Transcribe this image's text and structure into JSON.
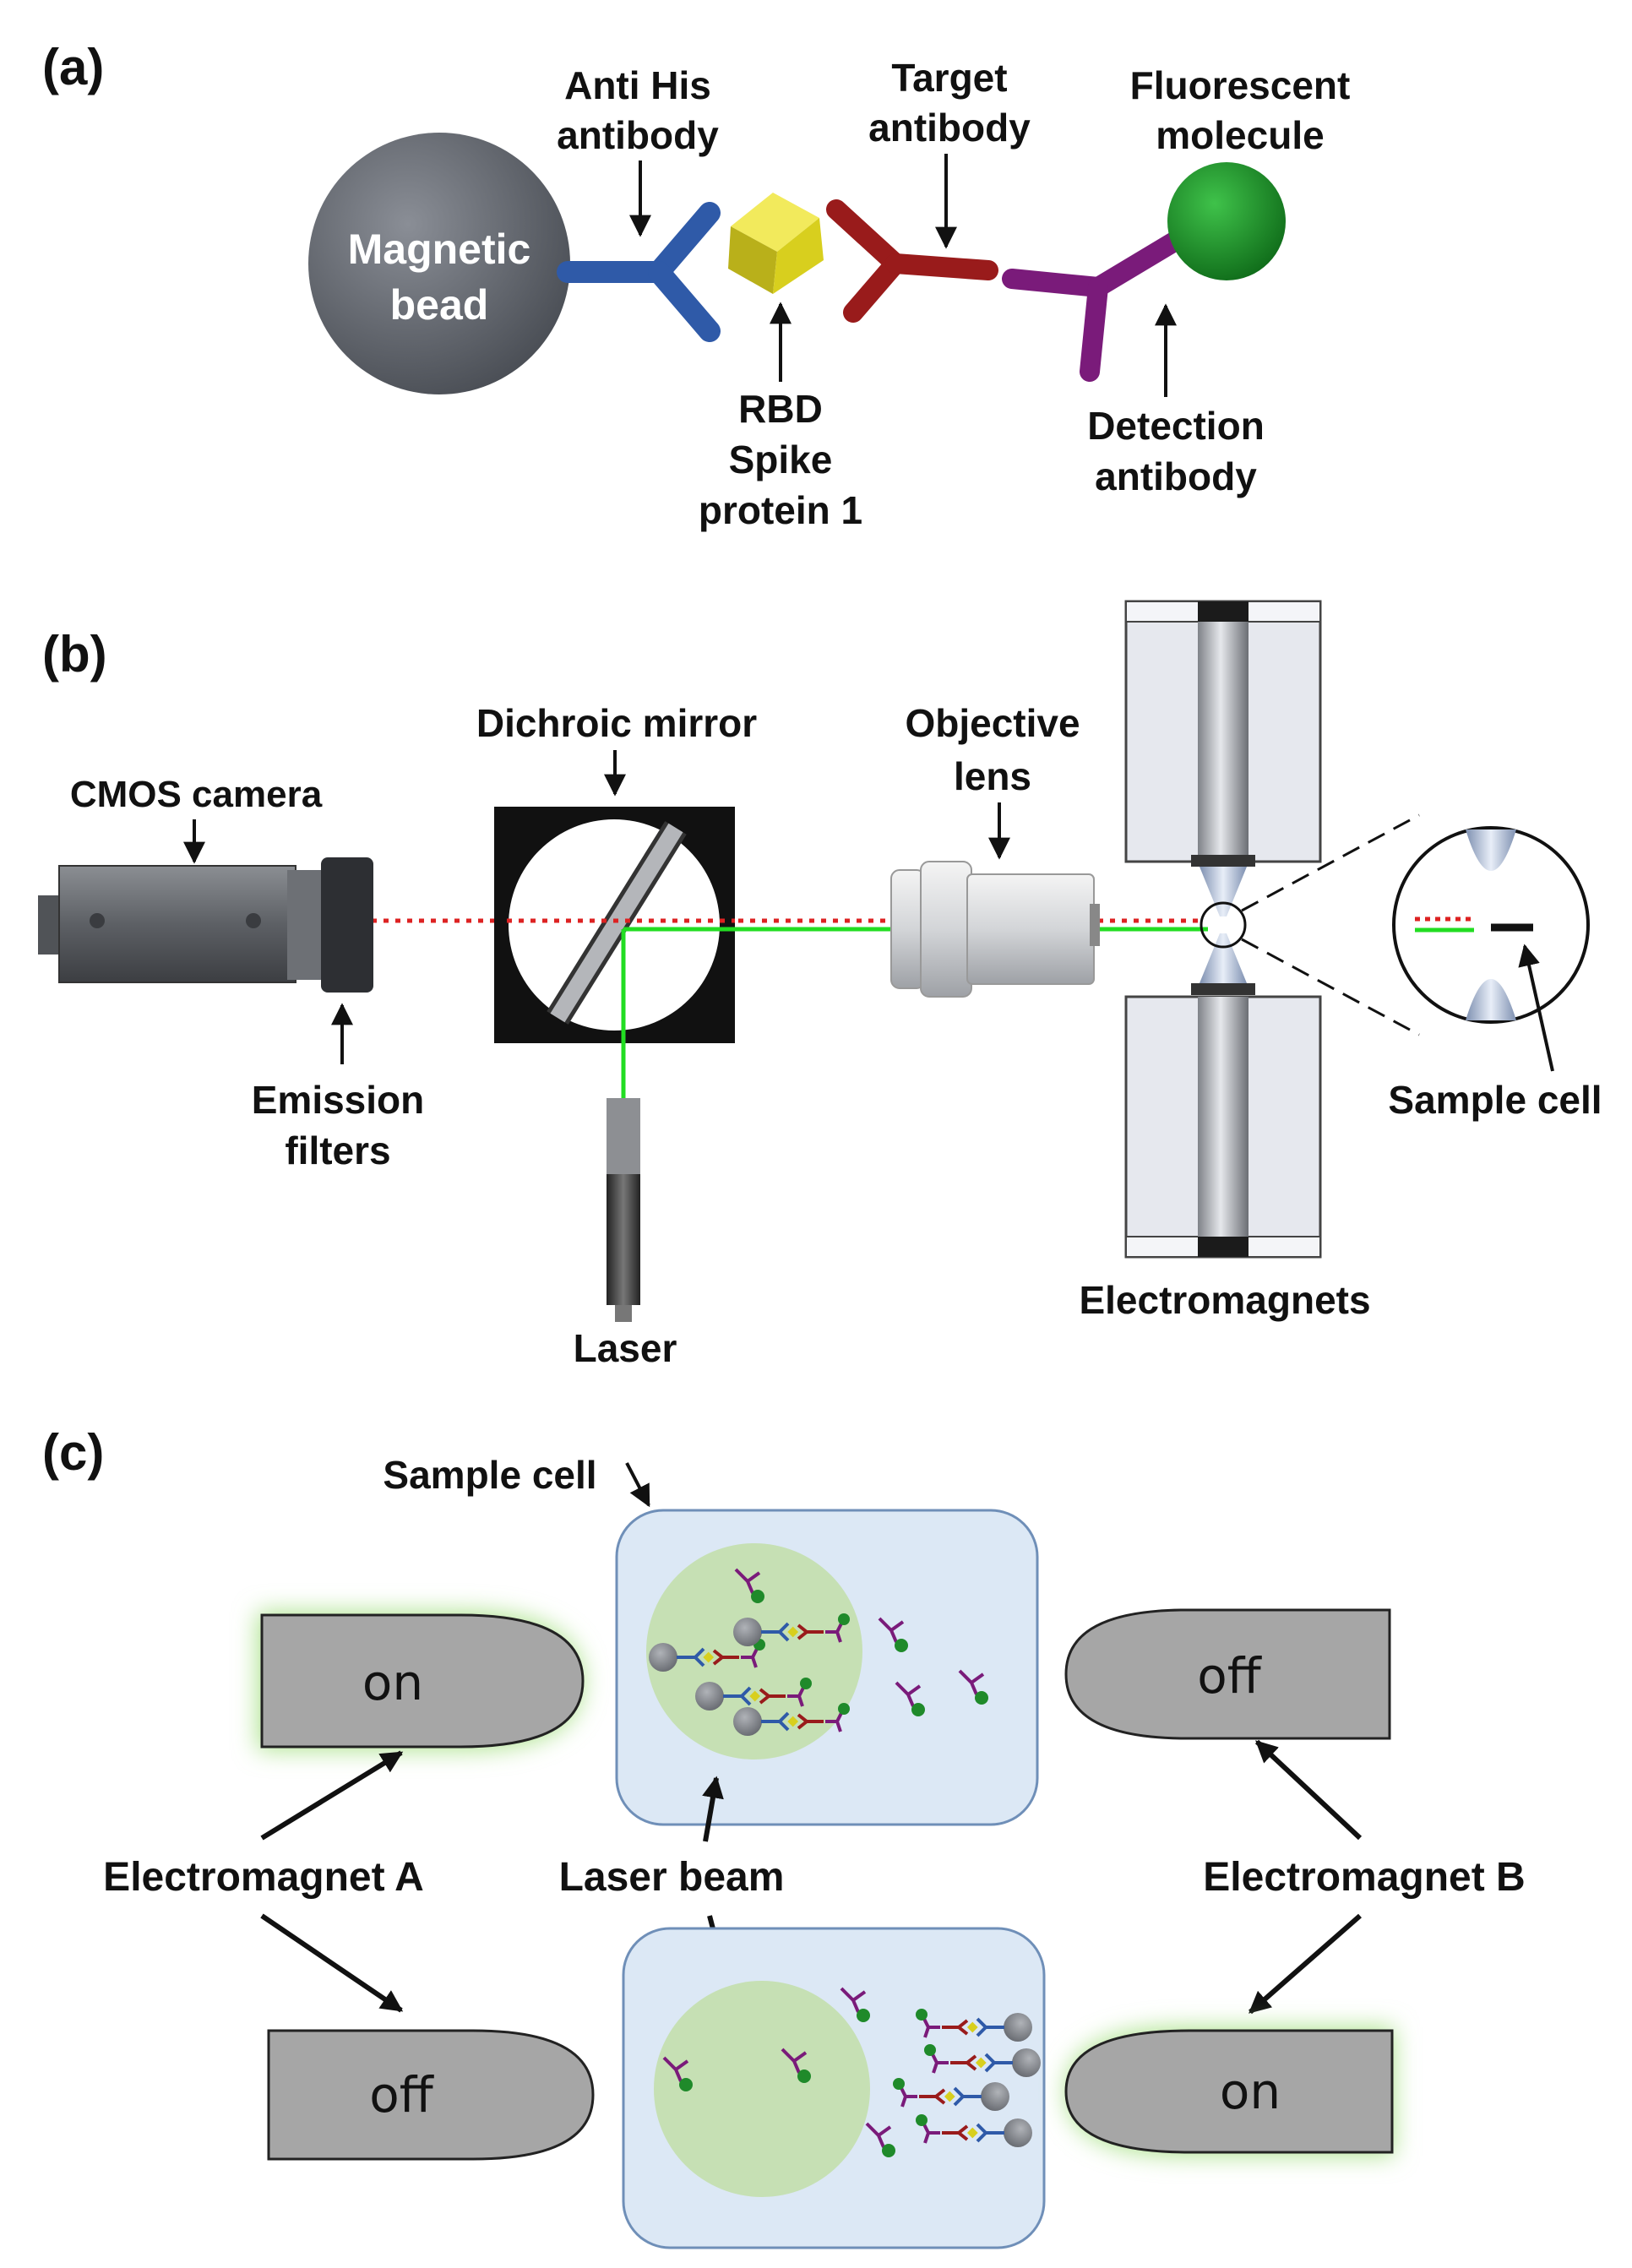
{
  "panel_a": {
    "letter": "(a)",
    "bead_line1": "Magnetic",
    "bead_line2": "bead",
    "anti_his_line1": "Anti His",
    "anti_his_line2": "antibody",
    "target_line1": "Target",
    "target_line2": "antibody",
    "fluor_line1": "Fluorescent",
    "fluor_line2": "molecule",
    "rbd_line1": "RBD",
    "rbd_line2": "Spike",
    "rbd_line3": "protein 1",
    "detection_line1": "Detection",
    "detection_line2": "antibody"
  },
  "panel_b": {
    "letter": "(b)",
    "camera": "CMOS camera",
    "dichroic": "Dichroic mirror",
    "objective_line1": "Objective",
    "objective_line2": "lens",
    "emission_line1": "Emission",
    "emission_line2": "filters",
    "laser": "Laser",
    "electromagnets": "Electromagnets",
    "sample_cell": "Sample cell"
  },
  "panel_c": {
    "letter": "(c)",
    "sample_cell": "Sample cell",
    "electromagnet_a": "Electromagnet A",
    "laser_beam": "Laser beam",
    "electromagnet_b": "Electromagnet B",
    "top_a_state": "on",
    "top_b_state": "off",
    "bottom_a_state": "off",
    "bottom_b_state": "on"
  },
  "colors": {
    "bead": "#5b5f66",
    "anti_his": "#2f5aa8",
    "rbd": "#d8cf1e",
    "target": "#991b1b",
    "detection": "#7a1b7a",
    "fluorescent": "#1f8a2a",
    "laser_green": "#22dd22",
    "emission_red": "#dd2222",
    "cell_fill": "#dce8f5",
    "beam_fill": "#c6e0b4",
    "magnet_grey": "#a6a6a6"
  }
}
